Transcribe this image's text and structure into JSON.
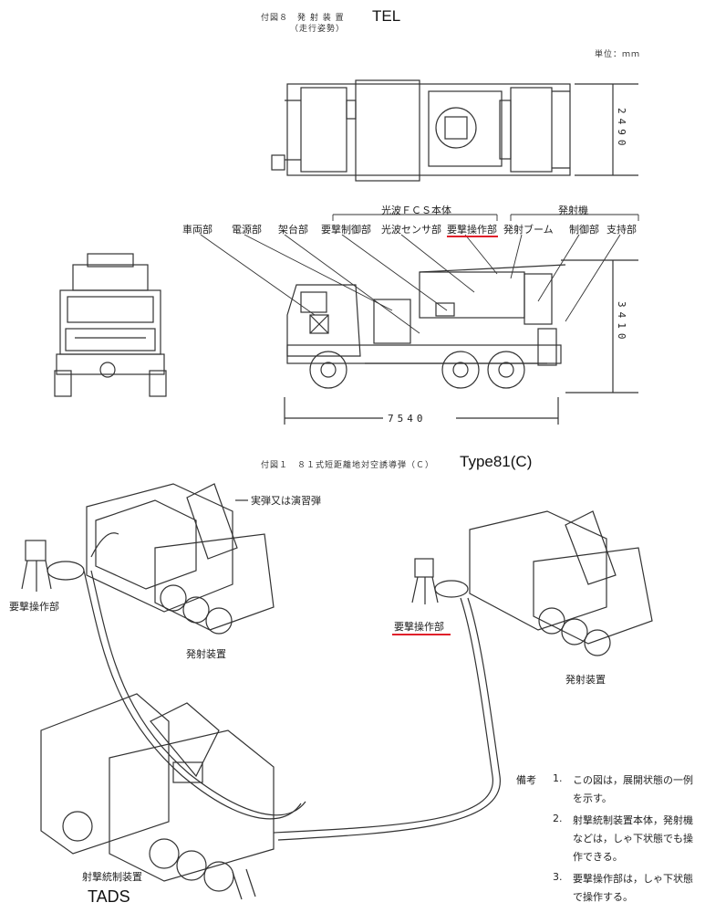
{
  "header": {
    "fig8_line1": "付図８　発 射 装 置",
    "fig8_line2": "（走行姿勢）",
    "tel_title": "TEL",
    "unit": "単位：ｍｍ"
  },
  "dimensions": {
    "width_top": "2490",
    "height_side": "3410",
    "length": "7540"
  },
  "labels": {
    "group_fcs": "光波ＦＣＳ本体",
    "group_launcher": "発射機",
    "vehicle": "車両部",
    "power": "電源部",
    "mount": "架台部",
    "intercept_control": "要撃制御部",
    "optical_sensor": "光波センサ部",
    "intercept_operation": "要撃操作部",
    "launch_boom": "発射ブーム",
    "control": "制御部",
    "support": "支持部"
  },
  "fig1": {
    "title": "付図１　８１式短距離地対空誘導弾（Ｃ）",
    "type_title": "Type81(C)",
    "live_missile": "実弾又は演習弾",
    "op_left": "要撃操作部",
    "op_right": "要撃操作部",
    "launcher_left": "発射装置",
    "launcher_right": "発射装置",
    "fire_control": "射撃統制装置",
    "tads": "TADS"
  },
  "notes": {
    "heading": "備考",
    "items": [
      {
        "num": "1.",
        "line1": "この図は，展開状態の一例",
        "line2": "を示す。"
      },
      {
        "num": "2.",
        "line1": "射撃統制装置本体，発射機",
        "line2": "などは，しゃ下状態でも操",
        "line3": "作できる。"
      },
      {
        "num": "3.",
        "line1": "要撃操作部は，しゃ下状態",
        "line2": "で操作する。"
      }
    ]
  },
  "colors": {
    "highlight": "#e0202a",
    "ink": "#222222"
  }
}
